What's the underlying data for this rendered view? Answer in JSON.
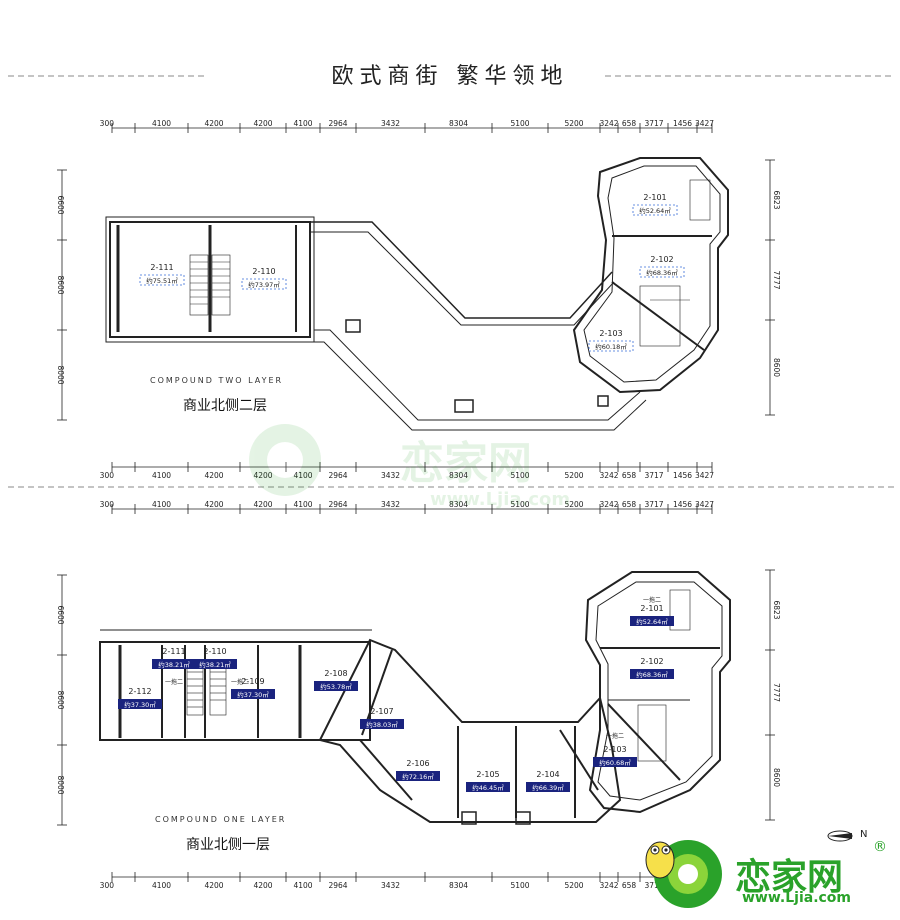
{
  "header": {
    "title": "欧式商街  繁华领地"
  },
  "dimensions": {
    "horizontal": [
      "300",
      "4100",
      "4200",
      "4200",
      "4100",
      "2964",
      "3432",
      "8304",
      "5100",
      "5200",
      "3242",
      "658",
      "3717",
      "1456",
      "3427"
    ],
    "horizontal_bottom_two": [
      "300",
      "4100",
      "4200",
      "4200",
      "4100",
      "2964",
      "3432",
      "8304",
      "5100",
      "5200",
      "3242",
      "658",
      "3717",
      "1456",
      "3427"
    ],
    "horizontal_bottom_one": [
      "300",
      "4100",
      "4200",
      "4200",
      "4100",
      "2964",
      "3432",
      "8304",
      "5100",
      "5200",
      "3242",
      "658",
      "3717"
    ],
    "left_vertical": [
      "6600",
      "8600",
      "8000"
    ],
    "right_vertical": [
      "6823",
      "7777",
      "8600"
    ]
  },
  "plan_two": {
    "caption_en": "COMPOUND TWO LAYER",
    "caption_cn": "商业北侧二层",
    "units": [
      {
        "id": "2-111",
        "area": "约75.51㎡"
      },
      {
        "id": "2-110",
        "area": "约73.97㎡"
      },
      {
        "id": "2-101",
        "area": "约52.64㎡"
      },
      {
        "id": "2-102",
        "area": "约68.36㎡"
      },
      {
        "id": "2-103",
        "area": "约60.18㎡"
      }
    ]
  },
  "plan_one": {
    "caption_en": "COMPOUND ONE LAYER",
    "caption_cn": "商业北侧一层",
    "tag": "一拖二",
    "units": [
      {
        "id": "2-112",
        "area": "约37.30㎡"
      },
      {
        "id": "2-111",
        "area": "约38.21㎡"
      },
      {
        "id": "2-110",
        "area": "约38.21㎡"
      },
      {
        "id": "2-109",
        "area": "约37.30㎡"
      },
      {
        "id": "2-108",
        "area": "约53.78㎡"
      },
      {
        "id": "2-107",
        "area": "约38.03㎡"
      },
      {
        "id": "2-106",
        "area": "约72.16㎡"
      },
      {
        "id": "2-105",
        "area": "约46.45㎡"
      },
      {
        "id": "2-104",
        "area": "约66.39㎡"
      },
      {
        "id": "2-103",
        "area": "约60.68㎡"
      },
      {
        "id": "2-102",
        "area": "约68.36㎡"
      },
      {
        "id": "2-101",
        "area": "约52.64㎡"
      }
    ]
  },
  "compass": {
    "label": "N"
  },
  "brand": {
    "name": "恋家网",
    "url": "www.Ljia.com",
    "reg": "®"
  },
  "colors": {
    "accent": "#1a237e",
    "brand": "#2aa22a",
    "line": "#222222"
  }
}
